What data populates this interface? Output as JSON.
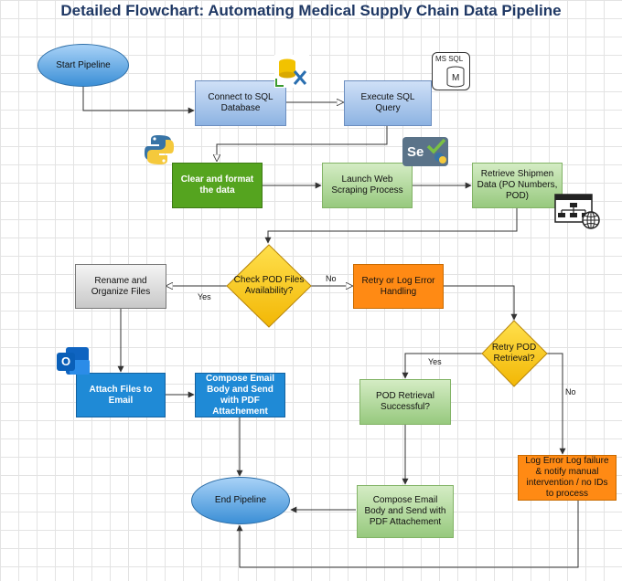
{
  "title": "Detailed Flowchart: Automating Medical Supply Chain Data Pipeline",
  "nodes": {
    "start": "Start Pipeline",
    "connect_sql": "Connect to SQL Database",
    "execute_sql": "Execute SQL Query",
    "clean": "Clear and format the data",
    "launch_scraping": "Launch Web Scraping Process",
    "retrieve": "Retrieve Shipmen Data (PO Numbers, POD)",
    "check_pod": "Check POD Files Availability?",
    "rename": "Rename and Organize Files",
    "retry_log": "Retry or Log Error Handling",
    "retry_pod": "Retry POD Retrieval?",
    "attach": "Attach Files to Email",
    "compose_left": "Compose Email Body and Send with PDF Attachement",
    "pod_success": "POD Retrieval Successful?",
    "log_error": "Log Error Log failure & notify manual intervention / no IDs to process",
    "end": "End Pipeline",
    "compose_right": "Compose Email Body and Send with PDF Attachement"
  },
  "edge_labels": {
    "no_check": "No",
    "yes_check": "Yes",
    "yes_retry": "Yes",
    "no_retry": "No"
  },
  "icons": {
    "mssql_text": "MS SQL",
    "mssql_letter": "M",
    "selenium_text": "Se",
    "outlook_letter": "O"
  },
  "colors": {
    "title": "#1f3864",
    "blue_light": "#8db3e2",
    "green_light": "#97c97e",
    "green_dark": "#55a41f",
    "orange": "#ff8a14",
    "yellow": "#f7c60d",
    "blue_dark": "#1f8ad6",
    "oval": "#3b8fd6"
  }
}
